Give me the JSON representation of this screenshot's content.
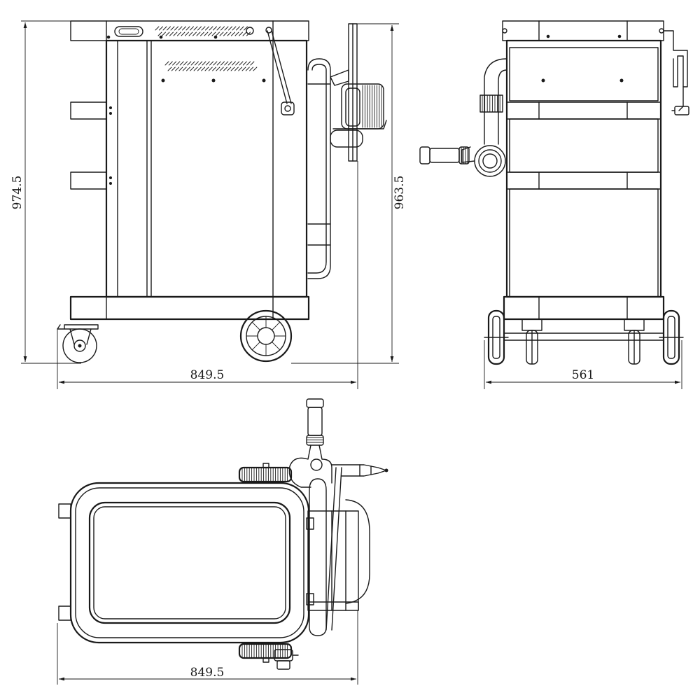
{
  "dimensions": {
    "front_height_total": "974.5",
    "front_height_handle": "963.5",
    "front_width": "849.5",
    "side_width": "561",
    "top_width": "849.5"
  },
  "colors": {
    "line": "#1a1a1a",
    "background": "#ffffff"
  }
}
